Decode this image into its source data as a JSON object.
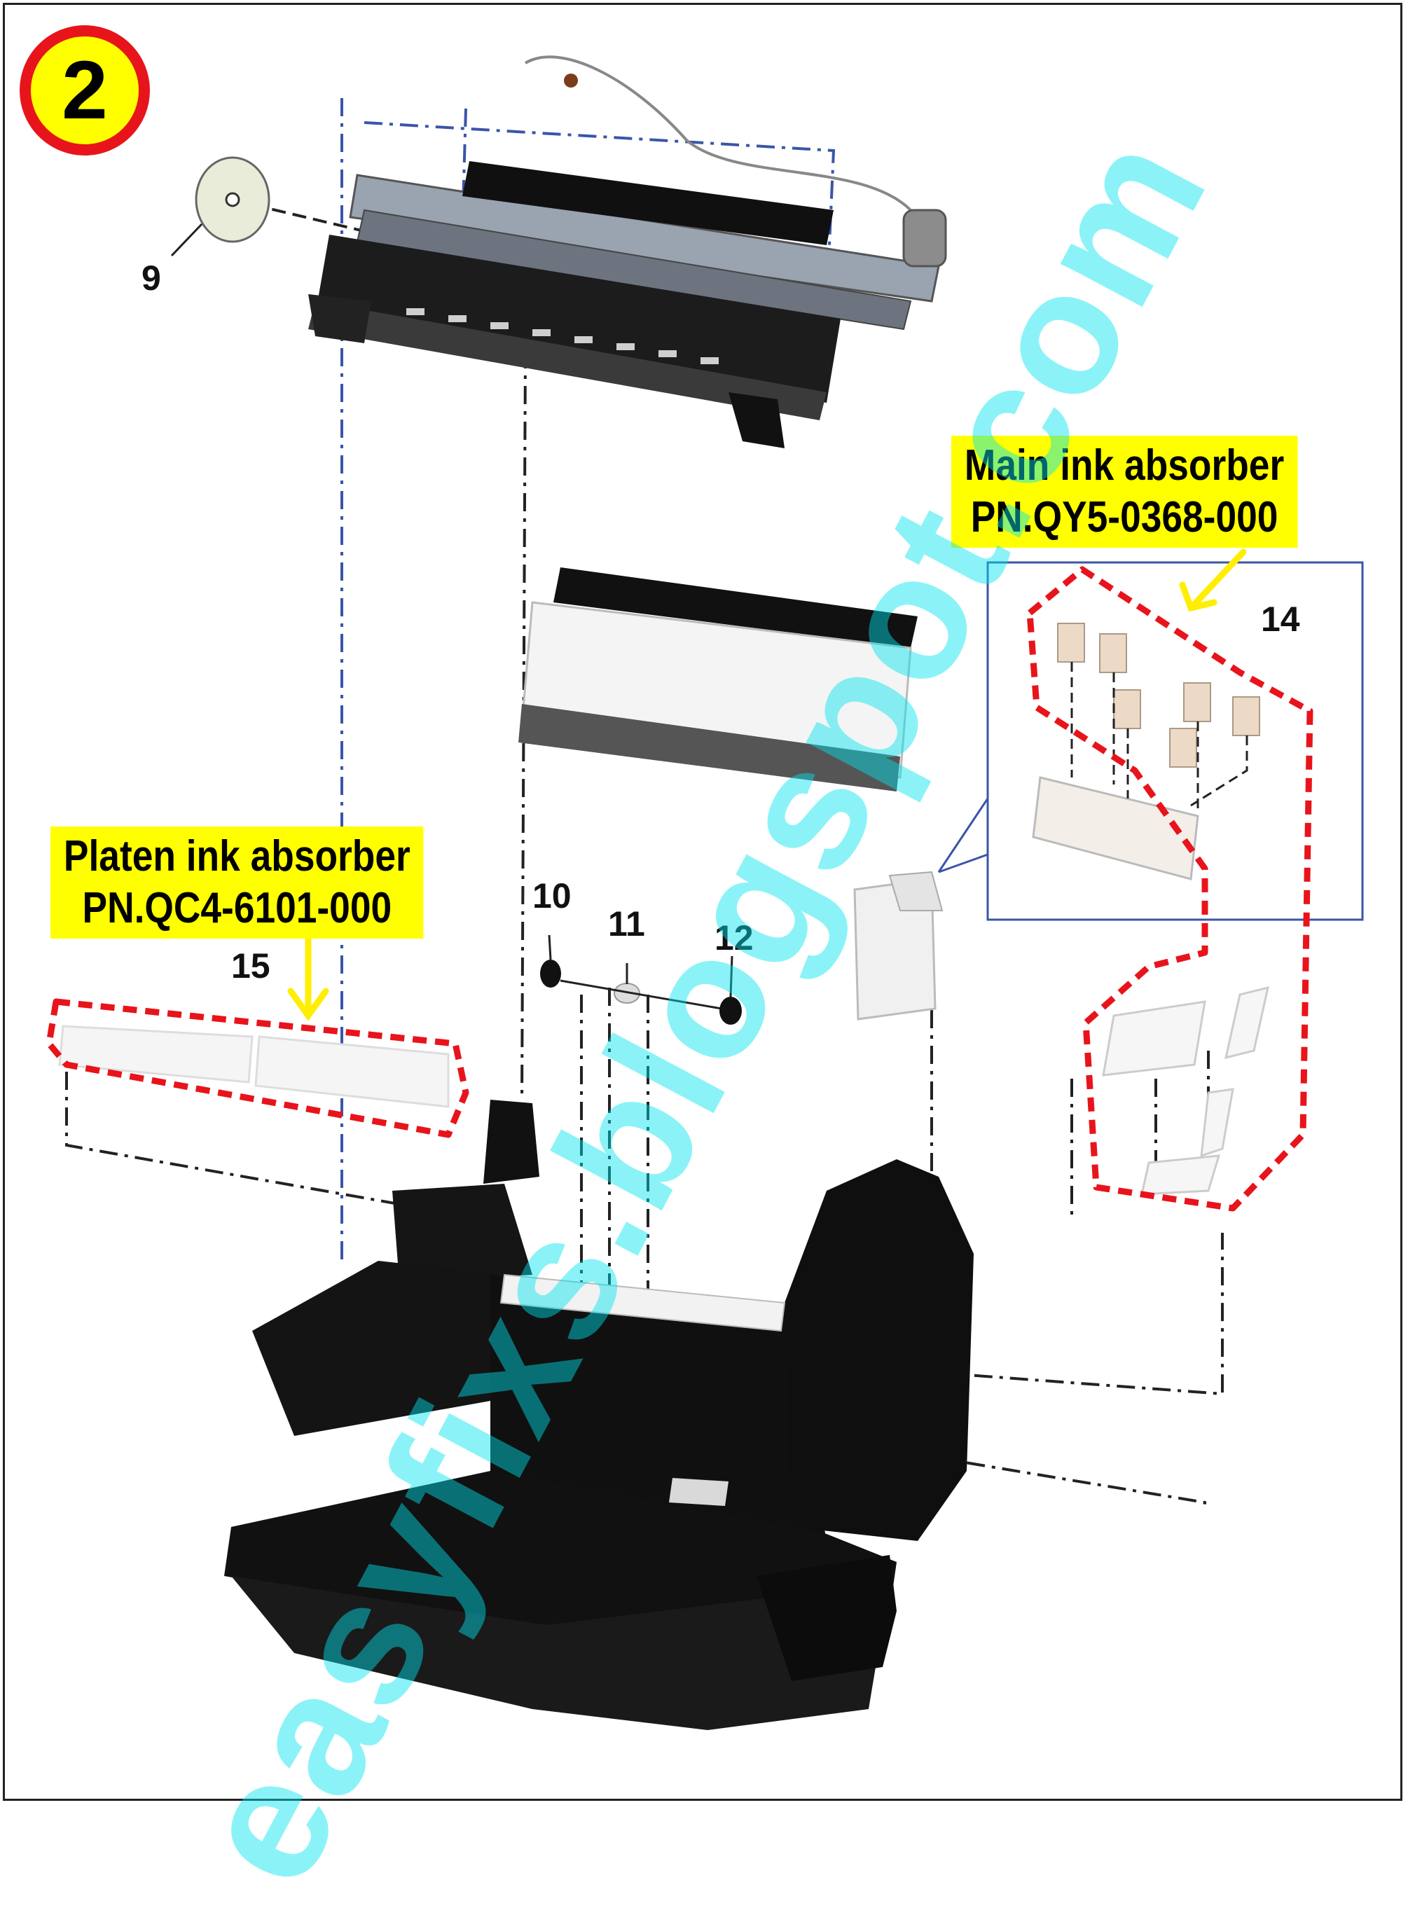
{
  "step_number": "2",
  "callouts": {
    "main": {
      "line1": "Main ink absorber",
      "line2": "PN.QY5-0368-000"
    },
    "platen": {
      "line1": "Platen ink absorber",
      "line2": "PN.QC4-6101-000"
    }
  },
  "part_numbers": {
    "p9": "9",
    "p10": "10",
    "p11": "11",
    "p12": "12",
    "p14": "14",
    "p15": "15"
  },
  "watermark": "easyfixs.blogspot.com",
  "colors": {
    "badge_fill": "#ffff00",
    "badge_ring": "#e8141b",
    "callout_fill": "#ffff00",
    "highlight_dash": "#e8141b",
    "arrow": "#ffee00",
    "watermark": "#00e5ee",
    "leader_blue": "#3a55a8"
  }
}
